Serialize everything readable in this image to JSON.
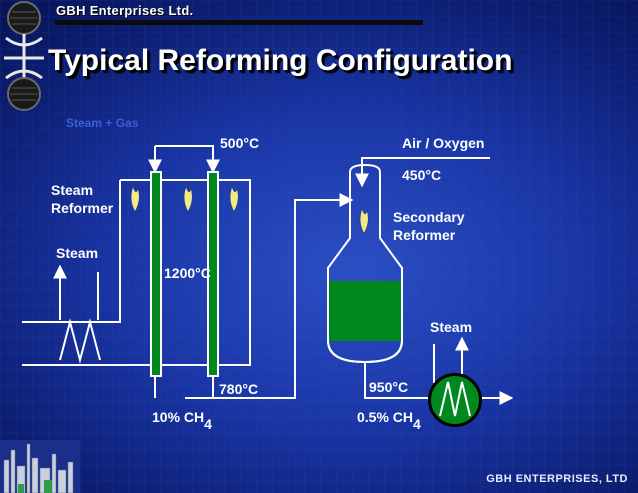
{
  "header": {
    "company": "GBH Enterprises Ltd.",
    "title": "Typical Reforming Configuration"
  },
  "diagram": {
    "faint_label": "Steam + Gas",
    "labels": {
      "temp_500": "500°C",
      "air_oxygen": "Air / Oxygen",
      "temp_450": "450°C",
      "steam_reformer_1": "Steam",
      "steam_reformer_2": "Reformer",
      "secondary_1": "Secondary",
      "secondary_2": "Reformer",
      "steam_left": "Steam",
      "temp_1200": "1200°C",
      "steam_right": "Steam",
      "temp_780": "780°C",
      "temp_950": "950°C",
      "ch4_10_main": "10% CH",
      "ch4_10_sub": "4",
      "ch4_05_main": "0.5% CH",
      "ch4_05_sub": "4"
    },
    "colors": {
      "catalyst": "#00881f",
      "line": "#ffffff",
      "flame": "#f2eb85",
      "background": "#1a36a6"
    }
  },
  "footer": {
    "text": "GBH ENTERPRISES, LTD"
  }
}
